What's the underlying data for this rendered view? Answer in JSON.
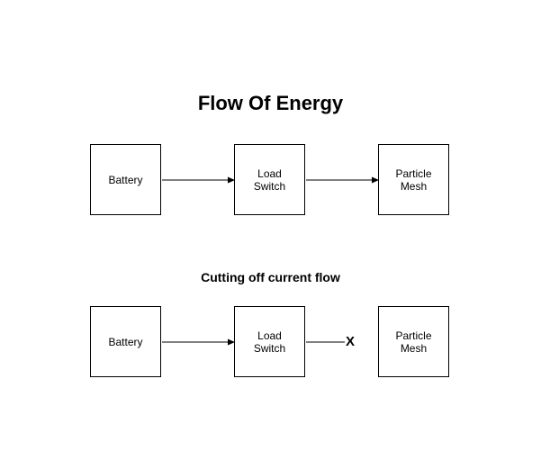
{
  "title": "Flow Of Energy",
  "subtitle": "Cutting off current flow",
  "rows": [
    {
      "nodes": [
        "Battery",
        "Load\nSwitch",
        "Particle\nMesh"
      ]
    },
    {
      "nodes": [
        "Battery",
        "Load\nSwitch",
        "Particle\nMesh"
      ],
      "cut_mark": "X"
    }
  ],
  "colors": {
    "stroke": "#000000",
    "background": "#ffffff"
  }
}
